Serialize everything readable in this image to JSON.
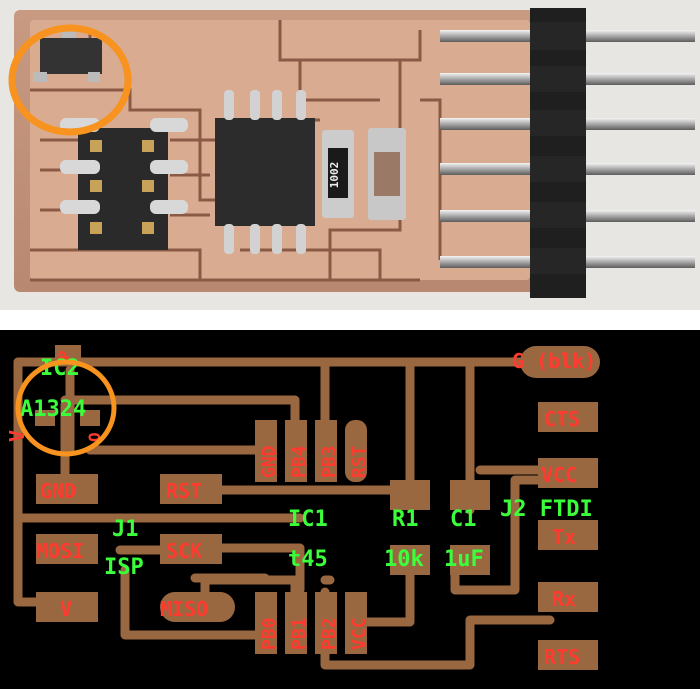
{
  "photo": {
    "description_hidden": "",
    "chip_marking": "1002"
  },
  "layout": {
    "labels_red": {
      "g_blk": "G (blk)",
      "cts": "CTS",
      "vcc_pad": "VCC",
      "tx": "Tx",
      "rx": "Rx",
      "rts": "RTS",
      "gnd_left": "GND",
      "rst_pad": "RST",
      "mosi": "MOSI",
      "sck": "SCK",
      "miso": "MISO",
      "v_pad": "V",
      "v_top": "V",
      "pin_gnd": "GND",
      "pin_pb4": "PB4",
      "pin_pb3": "PB3",
      "pin_rst": "RST",
      "pin_pb0": "PB0",
      "pin_pb1": "PB1",
      "pin_pb2": "PB2",
      "pin_vcc": "VCC",
      "p_top": "P",
      "o_top": "O"
    },
    "labels_green": {
      "ic2": "IC2",
      "a1324": "A1324",
      "ic1": "IC1",
      "t45": "t45",
      "r1": "R1",
      "r1_val": "10k",
      "c1": "C1",
      "c1_val": "1uF",
      "j2": "J2 FTDI",
      "j1": "J1",
      "isp": "ISP"
    }
  }
}
